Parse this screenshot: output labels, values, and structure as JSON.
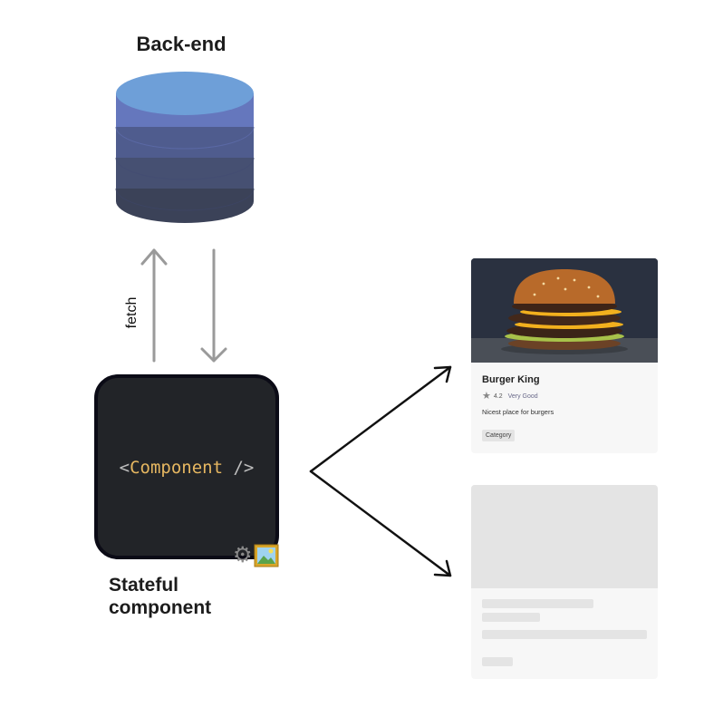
{
  "backend": {
    "title": "Back-end"
  },
  "connection": {
    "label": "fetch"
  },
  "component": {
    "open_bracket": "<",
    "name": "Component",
    "close_bracket": " />",
    "caption_line1": "Stateful",
    "caption_line2": "component"
  },
  "card": {
    "title": "Burger King",
    "rating": "4.2",
    "rating_text": "Very Good",
    "description": "Nicest place for burgers",
    "badge": "Category"
  },
  "colors": {
    "db_top": "#6e9fd8",
    "db_band1": "#6577bd",
    "db_band2": "#4d5880",
    "db_band3": "#3b4258",
    "component_bg": "#222428",
    "component_name": "#e6b761",
    "arrow_gray": "#9a9a9a"
  },
  "icons": {
    "status": [
      "gear-icon",
      "picture-icon"
    ]
  }
}
